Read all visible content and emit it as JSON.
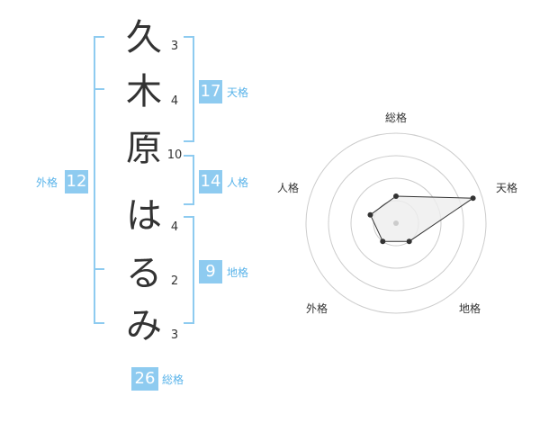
{
  "name": {
    "chars": [
      "久",
      "木",
      "原",
      "は",
      "る",
      "み"
    ],
    "strokes": [
      "3",
      "4",
      "10",
      "4",
      "2",
      "3"
    ]
  },
  "kaku": {
    "tenkaku": {
      "value": "17",
      "label": "天格"
    },
    "jinkaku": {
      "value": "14",
      "label": "人格"
    },
    "chikaku": {
      "value": "9",
      "label": "地格"
    },
    "gaikaku": {
      "value": "12",
      "label": "外格"
    },
    "soukaku": {
      "value": "26",
      "label": "総格"
    }
  },
  "radar": {
    "axes": [
      "総格",
      "天格",
      "地格",
      "外格",
      "人格"
    ],
    "levels": 4,
    "values": [
      0.3,
      0.9,
      0.25,
      0.25,
      0.3
    ],
    "colors": {
      "ring": "#cccccc",
      "fill": "#eeeeee",
      "stroke": "#333333",
      "point": "#333333",
      "center": "#cccccc"
    }
  }
}
